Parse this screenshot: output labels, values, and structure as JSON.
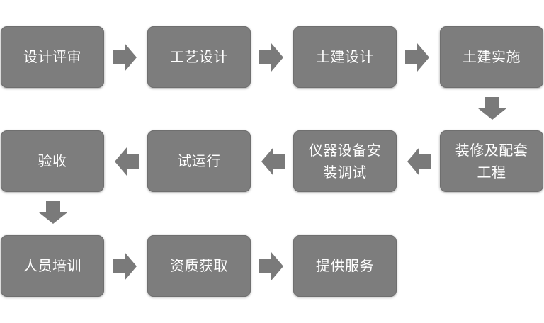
{
  "steps": [
    {
      "id": "design-review",
      "label": "设计评审"
    },
    {
      "id": "process-design",
      "label": "工艺设计"
    },
    {
      "id": "civil-design",
      "label": "土建设计"
    },
    {
      "id": "civil-construction",
      "label": "土建实施"
    },
    {
      "id": "decoration-works",
      "label": "装修及配套工程"
    },
    {
      "id": "equipment-install",
      "label": "仪器设备安装调试"
    },
    {
      "id": "trial-run",
      "label": "试运行"
    },
    {
      "id": "acceptance",
      "label": "验收"
    },
    {
      "id": "staff-training",
      "label": "人员培训"
    },
    {
      "id": "qualification",
      "label": "资质获取"
    },
    {
      "id": "service-provision",
      "label": "提供服务"
    }
  ],
  "colors": {
    "box_fill": "#7d7d7d",
    "arrow_fill": "#7a7a7a",
    "label_text": "#ffffff",
    "background": "#ffffff"
  }
}
